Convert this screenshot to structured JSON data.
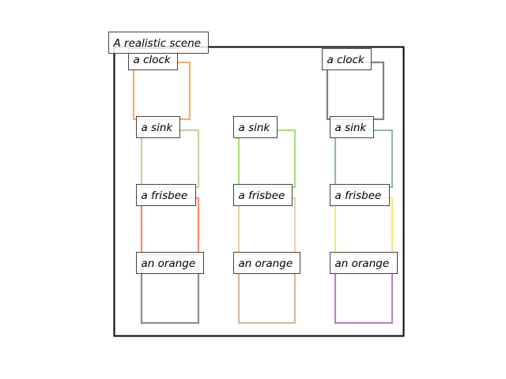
{
  "scene": {
    "title": "A realistic scene"
  },
  "objects": [
    {
      "id": "clock-1",
      "label": "a clock",
      "color": "#f0b070"
    },
    {
      "id": "clock-2",
      "label": "a clock",
      "color": "#8a7b7b"
    },
    {
      "id": "sink-1",
      "label": "a sink",
      "color": "#c5d49a"
    },
    {
      "id": "sink-2",
      "label": "a sink",
      "color": "#a8df78"
    },
    {
      "id": "sink-3",
      "label": "a sink",
      "color": "#94b9aa"
    },
    {
      "id": "frisbee-1",
      "label": "a frisbee",
      "color": "#f0906a"
    },
    {
      "id": "frisbee-2",
      "label": "a frisbee",
      "color": "#ecd3a0"
    },
    {
      "id": "frisbee-3",
      "label": "a frisbee",
      "color": "#f2e87a"
    },
    {
      "id": "orange-1",
      "label": "an orange",
      "color": "#968a8a"
    },
    {
      "id": "orange-2",
      "label": "an orange",
      "color": "#d8b89a"
    },
    {
      "id": "orange-3",
      "label": "an orange",
      "color": "#c47ad0"
    }
  ]
}
